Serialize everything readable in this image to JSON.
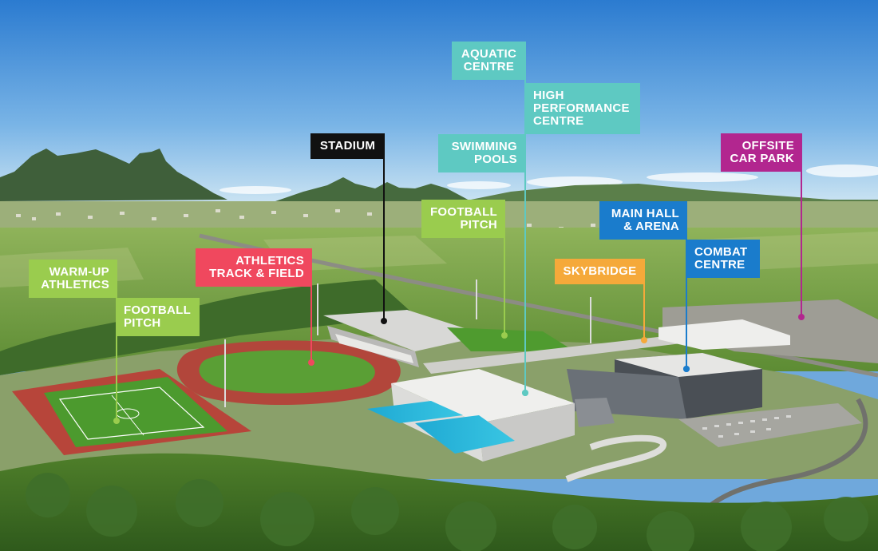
{
  "colors": {
    "sky_top": "#2f7fd3",
    "sky_bottom": "#bfe0f2",
    "grass": "#6f9a3c",
    "track": "#b7453a",
    "pitch": "#4f9b2f",
    "roof": "#f2f2f2",
    "water": "#25b8d8",
    "mountain": "#3f6a3c"
  },
  "labels": [
    {
      "id": "aquatic-centre",
      "lines": [
        "AQUATIC",
        "CENTRE"
      ],
      "color": "#5ec9c2"
    },
    {
      "id": "high-performance-centre",
      "lines": [
        "HIGH",
        "PERFORMANCE",
        "CENTRE"
      ],
      "color": "#5ec9c2"
    },
    {
      "id": "swimming-pools",
      "lines": [
        "SWIMMING",
        "POOLS"
      ],
      "color": "#5ec9c2"
    },
    {
      "id": "stadium",
      "lines": [
        "STADIUM"
      ],
      "color": "#111111"
    },
    {
      "id": "offsite-car-park",
      "lines": [
        "OFFSITE",
        "CAR PARK"
      ],
      "color": "#b2268f"
    },
    {
      "id": "football-pitch-main",
      "lines": [
        "FOOTBALL",
        "PITCH"
      ],
      "color": "#9acc4e"
    },
    {
      "id": "main-hall-arena",
      "lines": [
        "MAIN HALL",
        "& ARENA"
      ],
      "color": "#1a7ccc"
    },
    {
      "id": "athletics-track-field",
      "lines": [
        "ATHLETICS",
        "TRACK & FIELD"
      ],
      "color": "#f0485e"
    },
    {
      "id": "combat-centre",
      "lines": [
        "COMBAT",
        "CENTRE"
      ],
      "color": "#1a7ccc"
    },
    {
      "id": "skybridge",
      "lines": [
        "SKYBRIDGE"
      ],
      "color": "#f5a93a"
    },
    {
      "id": "warm-up-athletics",
      "lines": [
        "WARM-UP",
        "ATHLETICS"
      ],
      "color": "#9acc4e"
    },
    {
      "id": "football-pitch-warmup",
      "lines": [
        "FOOTBALL",
        "PITCH"
      ],
      "color": "#9acc4e"
    }
  ]
}
